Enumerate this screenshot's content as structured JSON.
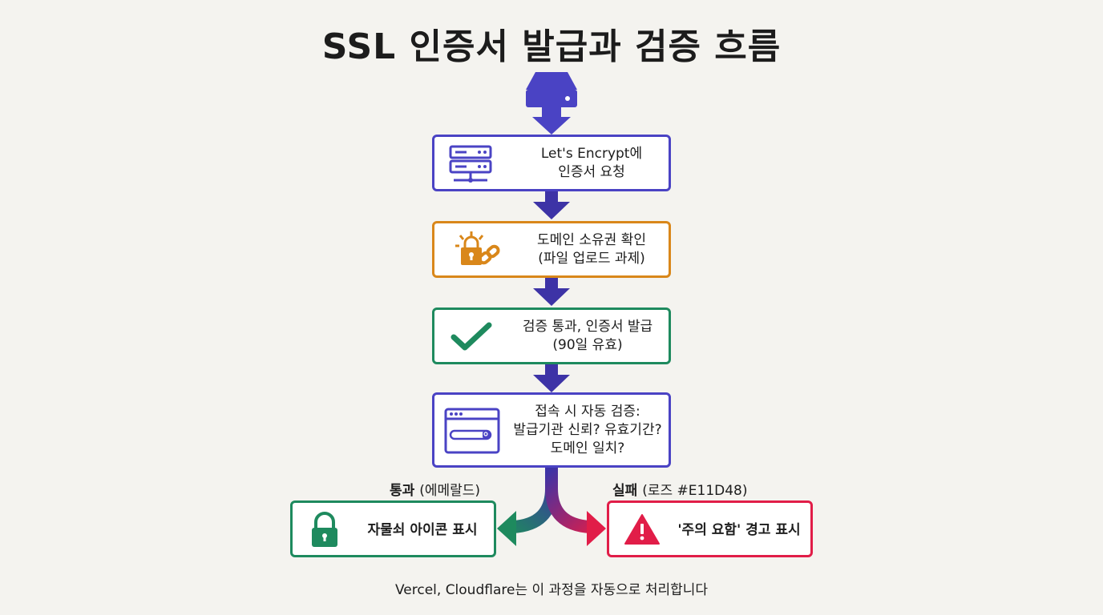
{
  "title": "SSL 인증서 발급과 검증 흐름",
  "colors": {
    "indigo": "#4a43c4",
    "arrow_dark": "#3d33a6",
    "orange": "#d9871a",
    "emerald": "#1e8a5e",
    "rose": "#e11d48"
  },
  "steps": [
    {
      "line1": "Let's Encrypt에",
      "line2": "인증서 요청",
      "icon": "server-icon"
    },
    {
      "line1": "도메인 소유권 확인",
      "line2": "(파일 업로드 과제)",
      "icon": "lock-link-icon"
    },
    {
      "line1": "검증 통과, 인증서 발급",
      "line2": "(90일 유효)",
      "icon": "checkmark-icon"
    },
    {
      "line1": "접속 시 자동 검증:",
      "line2": "발급기관 신뢰? 유효기간?",
      "line3": "도메인 일치?",
      "icon": "browser-window-icon"
    }
  ],
  "branches": {
    "pass": {
      "label_main": "통과",
      "label_sub": "(에메랄드)",
      "box_text": "자물쇠 아이콘 표시",
      "icon": "padlock-icon"
    },
    "fail": {
      "label_main": "실패",
      "label_sub": "(로즈 #E11D48)",
      "box_text": "'주의 요함' 경고 표시",
      "icon": "warning-triangle-icon"
    }
  },
  "footer": "Vercel, Cloudflare는 이 과정을 자동으로 처리합니다"
}
